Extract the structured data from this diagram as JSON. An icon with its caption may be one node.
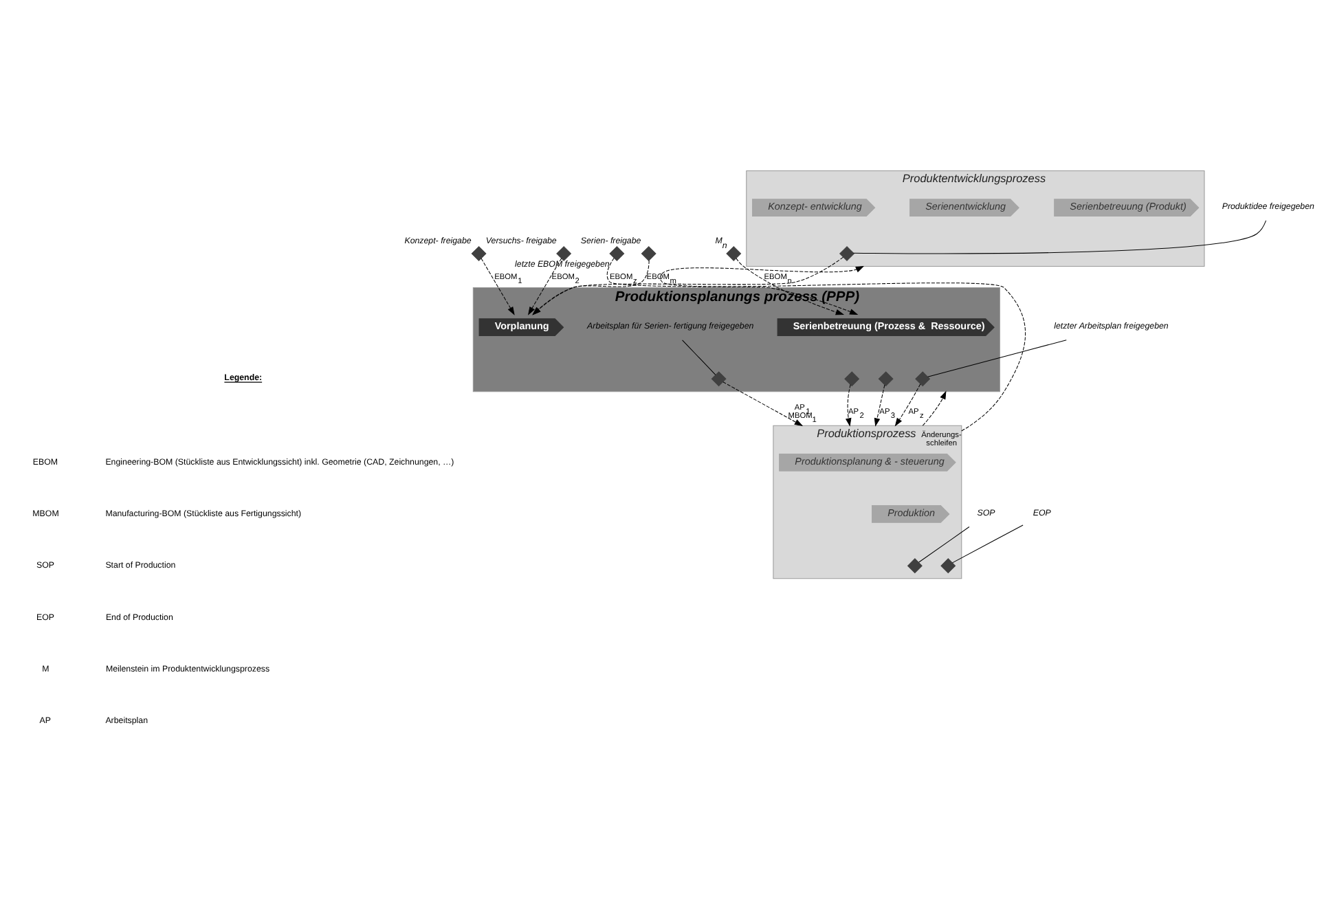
{
  "diagram": {
    "nodes": [
      {
        "text": [
          "Produktentwicklungsprozess"
        ]
      },
      {
        "text": [
          "Konzept- entwicklung"
        ],
        "in": 0
      },
      {
        "text": [
          "Serienentwicklung"
        ],
        "in": 0
      },
      {
        "text": [
          "Serienbetreuung (Produkt)"
        ],
        "in": 0
      },
      {
        "text": [],
        "shape": "diamond",
        "in": 0
      },
      {
        "text": [
          "Produktidee freigegeben"
        ]
      },
      {
        "text": [],
        "shape": "diamond",
        "beside": [
          "Konzept- freigabe"
        ]
      },
      {
        "text": [],
        "shape": "diamond",
        "beside": [
          "Versuchs- freigabe"
        ]
      },
      {
        "text": [],
        "shape": "diamond",
        "beside": [
          "Serien- freigabe"
        ]
      },
      {
        "text": [],
        "shape": "diamond",
        "beside": [
          "M$_{n}$"
        ]
      },
      {
        "text": [],
        "shape": "diamond",
        "beside": [
          "letzte EBOM freigegeben"
        ]
      },
      {
        "text": [
          "Produktionsplanungs prozess (PPP)"
        ]
      },
      {
        "text": [
          "Vorplanung"
        ],
        "in": 11
      },
      {
        "text": [
          "Serienbetreuung (Prozess &  Ressource)"
        ],
        "in": 11
      },
      {
        "text": [],
        "shape": "diamond",
        "in": 11
      },
      {
        "text": [
          "Arbeitsplan für Serien- fertigung freigegeben"
        ],
        "in": 11
      },
      {
        "text": [],
        "shape": "diamond",
        "in": 11
      },
      {
        "text": [],
        "shape": "diamond",
        "in": 11
      },
      {
        "text": [],
        "shape": "diamond",
        "in": 11
      },
      {
        "text": [
          "letzter Arbeitsplan freigegeben"
        ]
      },
      {
        "text": [
          "Produktionsprozess"
        ]
      },
      {
        "text": [
          "Produktionsplanung & - steuerung"
        ],
        "in": 20
      },
      {
        "text": [
          "Produktion"
        ],
        "in": 20
      },
      {
        "text": [],
        "shape": "diamond",
        "in": 20
      },
      {
        "text": [
          "SOP"
        ]
      },
      {
        "text": [],
        "shape": "diamond",
        "in": 20
      },
      {
        "text": [
          "EOP"
        ]
      }
    ],
    "edges": [
      {
        "from": 5,
        "to": 4,
        "arrow": "none"
      },
      {
        "from": 4,
        "to": 12,
        "arrow": "to",
        "style": "dashed"
      },
      {
        "from": 6,
        "to": 12,
        "arrow": "to",
        "style": "dashed",
        "label": "EBOM$_{1}$"
      },
      {
        "from": 7,
        "to": 12,
        "arrow": "to",
        "style": "dashed",
        "label": "EBOM$_{2}$"
      },
      {
        "from": 8,
        "to": 12,
        "arrow": "to",
        "style": "dashed",
        "label": "EBOM$_{m}$"
      },
      {
        "from": 9,
        "to": 13,
        "arrow": "to",
        "style": "dashed",
        "label": "EBOM$_{n}$"
      },
      {
        "from": 10,
        "to": 13,
        "arrow": "to",
        "style": "dashed",
        "label": "EBOM$_{z}$"
      },
      {
        "from": 15,
        "to": 14,
        "arrow": "none"
      },
      {
        "from": 14,
        "to": 20,
        "arrow": "to",
        "style": "dashed",
        "label": "AP$_{1}$ MBOM$_{1}$"
      },
      {
        "from": 16,
        "to": 20,
        "arrow": "to",
        "style": "dashed",
        "label": "AP$_{2}$"
      },
      {
        "from": 17,
        "to": 20,
        "arrow": "to",
        "style": "dashed",
        "label": "AP$_{3}$"
      },
      {
        "from": 18,
        "to": 20,
        "arrow": "to",
        "style": "dashed",
        "label": "AP$_{z}$"
      },
      {
        "from": 19,
        "to": 18,
        "arrow": "none"
      },
      {
        "from": 24,
        "to": 23,
        "arrow": "none"
      },
      {
        "from": 26,
        "to": 25,
        "arrow": "none"
      },
      {
        "from": 20,
        "to": 0,
        "arrow": "to",
        "style": "dashed",
        "label": "Änderungs- schleifen"
      },
      {
        "from": 20,
        "to": 11,
        "arrow": "to",
        "style": "dashed"
      }
    ],
    "labels": [
      "Legende:",
      "EBOM",
      "Engineering-BOM (Stückliste aus Entwicklungssicht) inkl. Geometrie (CAD, Zeichnungen, …)",
      "MBOM",
      "Manufacturing-BOM (Stückliste aus Fertigungssicht)",
      "SOP",
      "Start of Production",
      "EOP",
      "End of Production",
      "M",
      "Meilenstein im Produktentwicklungsprozess",
      "AP",
      "Arbeitsplan"
    ]
  }
}
